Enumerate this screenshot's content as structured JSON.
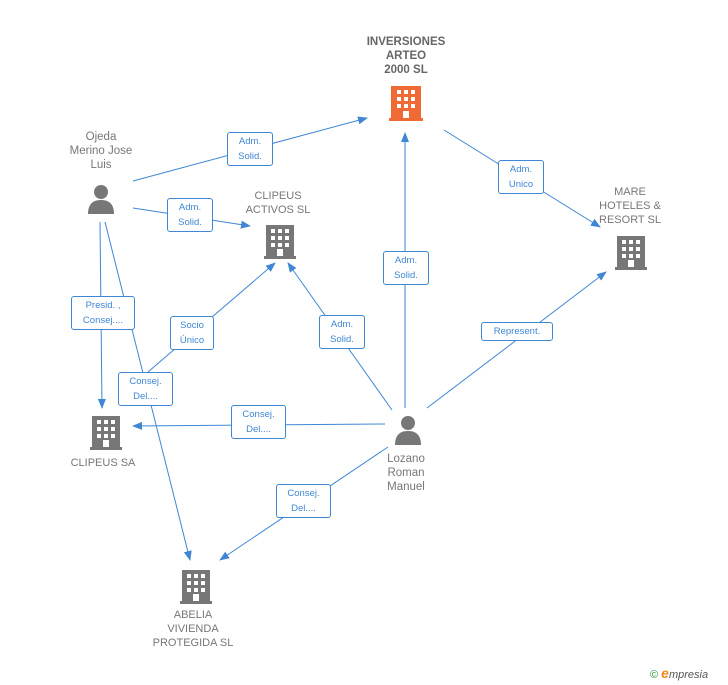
{
  "colors": {
    "edge": "#3f86d4",
    "company": "#777777",
    "company_main": "#f06a36",
    "person": "#777777"
  },
  "nodes": {
    "inversiones": {
      "label": "INVERSIONES\nARTEO\n2000 SL",
      "icon": "building-icon"
    },
    "clipeus_activos": {
      "label": "CLIPEUS\nACTIVOS SL",
      "icon": "building-icon"
    },
    "mare": {
      "label": "MARE\nHOTELES &\nRESORT  SL",
      "icon": "building-icon"
    },
    "clipeus_sa": {
      "label": "CLIPEUS SA",
      "icon": "building-icon"
    },
    "abelia": {
      "label": "ABELIA\nVIVIENDA\nPROTEGIDA SL",
      "icon": "building-icon"
    },
    "ojeda": {
      "label": "Ojeda\nMerino Jose\nLuis",
      "icon": "person-icon"
    },
    "lozano": {
      "label": "Lozano\nRoman\nManuel",
      "icon": "person-icon"
    }
  },
  "edges": {
    "ojeda_inversiones": "Adm.\nSolid.",
    "ojeda_clipeus_activos": "Adm.\nSolid.",
    "ojeda_clipeus_sa": "Presid. ,\nConsej....",
    "ojeda_abelia": "Consej.\nDel....",
    "inversiones_mare": "Adm.\nUnico",
    "lozano_inversiones": "Adm.\nSolid.",
    "lozano_clipeus_activos_socio": "Socio\nÚnico",
    "lozano_clipeus_activos_adm": "Adm.\nSolid.",
    "lozano_mare": "Represent.",
    "lozano_clipeus_sa": "Consej.\nDel....",
    "lozano_abelia": "Consej.\nDel...."
  },
  "footer": {
    "copyright": "©",
    "e": "e",
    "brand": "mpresia"
  }
}
